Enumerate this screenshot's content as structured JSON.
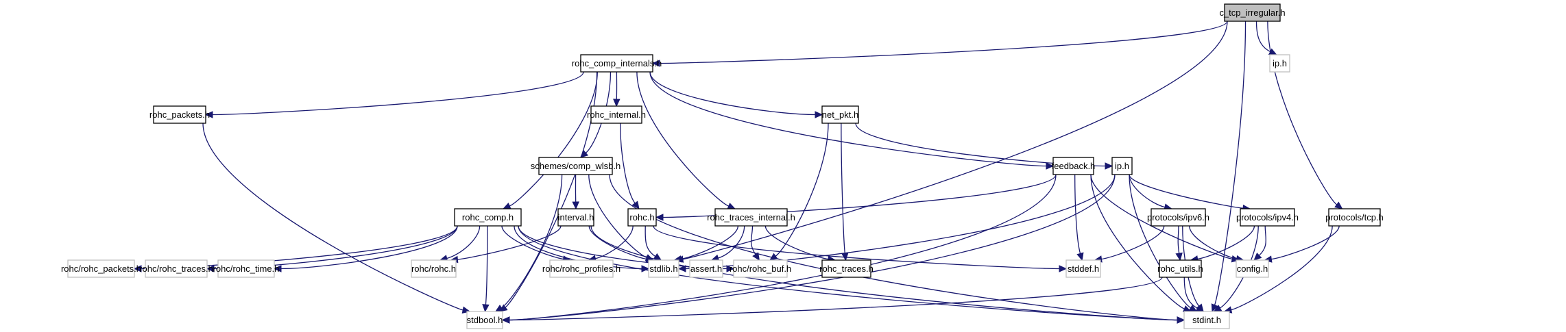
{
  "diagram": {
    "title": "c_tcp_irregular.h include dependency graph",
    "colors": {
      "edge": "#191970",
      "root_fill": "#bfbfbf",
      "node_fill": "#ffffff",
      "documented_border": "#000000",
      "external_border": "#bfbfbf"
    },
    "nodes": [
      {
        "id": "c_tcp_irregular",
        "label": "c_tcp_irregular.h",
        "kind": "root"
      },
      {
        "id": "ip_ext",
        "label": "ip.h",
        "kind": "external"
      },
      {
        "id": "rohc_comp_internals",
        "label": "rohc_comp_internals.h",
        "kind": "documented"
      },
      {
        "id": "rohc_packets",
        "label": "rohc_packets.h",
        "kind": "documented"
      },
      {
        "id": "rohc_internal",
        "label": "rohc_internal.h",
        "kind": "documented"
      },
      {
        "id": "net_pkt",
        "label": "net_pkt.h",
        "kind": "documented"
      },
      {
        "id": "comp_wlsb",
        "label": "schemes/comp_wlsb.h",
        "kind": "documented"
      },
      {
        "id": "feedback",
        "label": "feedback.h",
        "kind": "documented"
      },
      {
        "id": "ip",
        "label": "ip.h",
        "kind": "documented"
      },
      {
        "id": "rohc_comp",
        "label": "rohc_comp.h",
        "kind": "documented"
      },
      {
        "id": "interval",
        "label": "interval.h",
        "kind": "documented"
      },
      {
        "id": "rohc",
        "label": "rohc.h",
        "kind": "documented"
      },
      {
        "id": "rohc_traces_internal",
        "label": "rohc_traces_internal.h",
        "kind": "documented"
      },
      {
        "id": "ipv6",
        "label": "protocols/ipv6.h",
        "kind": "documented"
      },
      {
        "id": "ipv4",
        "label": "protocols/ipv4.h",
        "kind": "documented"
      },
      {
        "id": "tcp",
        "label": "protocols/tcp.h",
        "kind": "documented"
      },
      {
        "id": "rohc_rohc_packets",
        "label": "rohc/rohc_packets.h",
        "kind": "external"
      },
      {
        "id": "rohc_rohc_traces",
        "label": "rohc/rohc_traces.h",
        "kind": "external"
      },
      {
        "id": "rohc_rohc_time",
        "label": "rohc/rohc_time.h",
        "kind": "external"
      },
      {
        "id": "rohc_rohc",
        "label": "rohc/rohc.h",
        "kind": "external"
      },
      {
        "id": "rohc_rohc_profiles",
        "label": "rohc/rohc_profiles.h",
        "kind": "external"
      },
      {
        "id": "stdlib",
        "label": "stdlib.h",
        "kind": "external"
      },
      {
        "id": "assert",
        "label": "assert.h",
        "kind": "external"
      },
      {
        "id": "rohc_rohc_buf",
        "label": "rohc/rohc_buf.h",
        "kind": "external"
      },
      {
        "id": "rohc_traces",
        "label": "rohc_traces.h",
        "kind": "documented"
      },
      {
        "id": "stddef",
        "label": "stddef.h",
        "kind": "external"
      },
      {
        "id": "rohc_utils",
        "label": "rohc_utils.h",
        "kind": "documented"
      },
      {
        "id": "config",
        "label": "config.h",
        "kind": "external"
      },
      {
        "id": "stdbool",
        "label": "stdbool.h",
        "kind": "external"
      },
      {
        "id": "stdint",
        "label": "stdint.h",
        "kind": "external"
      }
    ],
    "edges": [
      [
        "c_tcp_irregular",
        "rohc_comp_internals"
      ],
      [
        "c_tcp_irregular",
        "ip_ext"
      ],
      [
        "c_tcp_irregular",
        "stdlib"
      ],
      [
        "c_tcp_irregular",
        "tcp"
      ],
      [
        "c_tcp_irregular",
        "stdint"
      ],
      [
        "rohc_comp_internals",
        "rohc_packets"
      ],
      [
        "rohc_comp_internals",
        "rohc_internal"
      ],
      [
        "rohc_comp_internals",
        "net_pkt"
      ],
      [
        "rohc_comp_internals",
        "feedback"
      ],
      [
        "rohc_comp_internals",
        "comp_wlsb"
      ],
      [
        "rohc_comp_internals",
        "rohc_comp"
      ],
      [
        "rohc_comp_internals",
        "rohc_traces_internal"
      ],
      [
        "rohc_comp_internals",
        "stdbool"
      ],
      [
        "rohc_packets",
        "stdbool"
      ],
      [
        "rohc_internal",
        "rohc"
      ],
      [
        "net_pkt",
        "ip"
      ],
      [
        "net_pkt",
        "rohc_traces"
      ],
      [
        "net_pkt",
        "rohc_rohc_buf"
      ],
      [
        "comp_wlsb",
        "interval"
      ],
      [
        "comp_wlsb",
        "stdlib"
      ],
      [
        "comp_wlsb",
        "stdbool"
      ],
      [
        "comp_wlsb",
        "stdint"
      ],
      [
        "feedback",
        "rohc"
      ],
      [
        "feedback",
        "stddef"
      ],
      [
        "feedback",
        "stdint"
      ],
      [
        "feedback",
        "stdbool"
      ],
      [
        "feedback",
        "config"
      ],
      [
        "ip",
        "stdlib"
      ],
      [
        "ip",
        "ipv6"
      ],
      [
        "ip",
        "ipv4"
      ],
      [
        "ip",
        "stdint"
      ],
      [
        "ip",
        "stdbool"
      ],
      [
        "rohc_comp",
        "rohc_rohc_packets"
      ],
      [
        "rohc_comp",
        "rohc_rohc_traces"
      ],
      [
        "rohc_comp",
        "rohc_rohc_time"
      ],
      [
        "rohc_comp",
        "rohc_rohc"
      ],
      [
        "rohc_comp",
        "rohc_rohc_profiles"
      ],
      [
        "rohc_comp",
        "stdlib"
      ],
      [
        "rohc_comp",
        "rohc_rohc_buf"
      ],
      [
        "rohc_comp",
        "stdbool"
      ],
      [
        "rohc_comp",
        "stdint"
      ],
      [
        "interval",
        "rohc_rohc"
      ],
      [
        "interval",
        "stdlib"
      ],
      [
        "interval",
        "stdint"
      ],
      [
        "rohc",
        "rohc_rohc_profiles"
      ],
      [
        "rohc",
        "stdlib"
      ],
      [
        "rohc",
        "stddef"
      ],
      [
        "rohc_traces_internal",
        "stdlib"
      ],
      [
        "rohc_traces_internal",
        "assert"
      ],
      [
        "rohc_traces_internal",
        "rohc_rohc_buf"
      ],
      [
        "rohc_traces_internal",
        "rohc_traces"
      ],
      [
        "ipv6",
        "stddef"
      ],
      [
        "ipv6",
        "rohc_utils"
      ],
      [
        "ipv6",
        "config"
      ],
      [
        "ipv6",
        "stdint"
      ],
      [
        "ipv4",
        "rohc_utils"
      ],
      [
        "ipv4",
        "config"
      ],
      [
        "ipv4",
        "stdint"
      ],
      [
        "tcp",
        "config"
      ],
      [
        "tcp",
        "stdint"
      ],
      [
        "rohc_utils",
        "stdint"
      ],
      [
        "rohc_utils",
        "stdbool"
      ]
    ]
  }
}
